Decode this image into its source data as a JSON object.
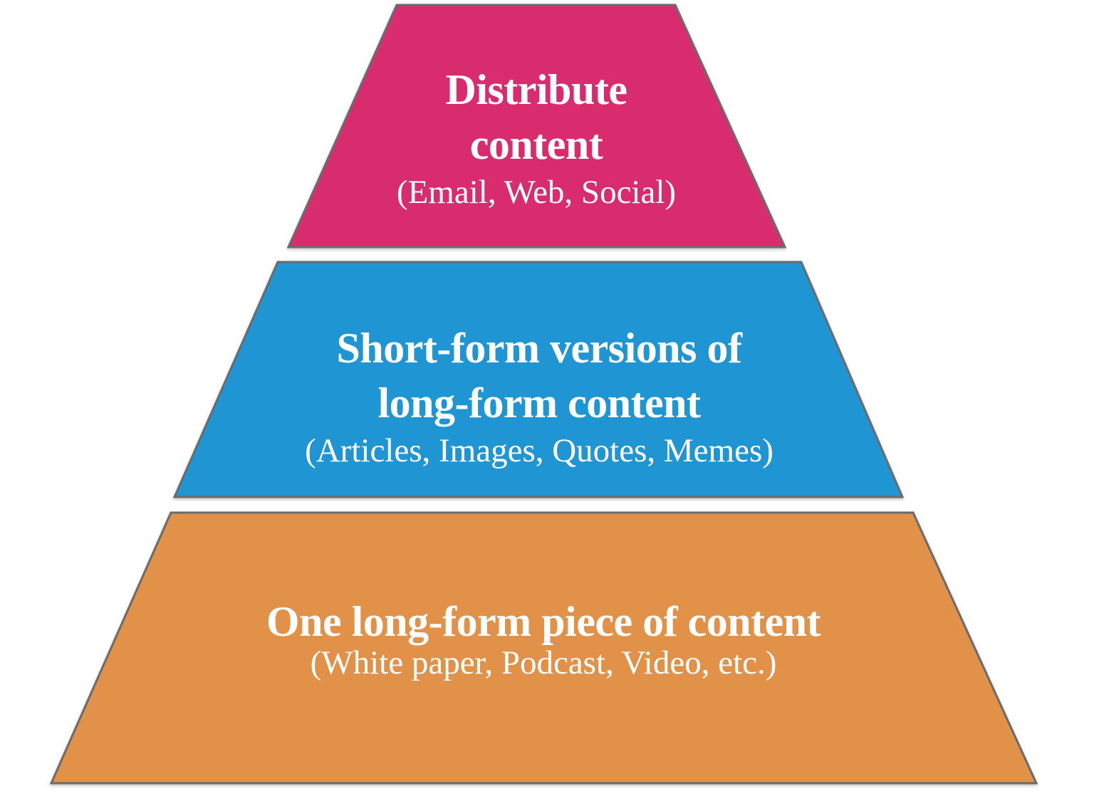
{
  "diagram": {
    "type": "pyramid",
    "tier_count": 3,
    "background_color": "#ffffff",
    "border_color": "#6b6b6b",
    "text_color": "#ffffff"
  },
  "tiers": [
    {
      "level": "top",
      "title": "Distribute\ncontent",
      "subtitle": "(Email, Web, Social)",
      "color": "#d82c6e"
    },
    {
      "level": "middle",
      "title": "Short-form versions of\nlong-form content",
      "subtitle": "(Articles, Images, Quotes, Memes)",
      "color": "#2095d3"
    },
    {
      "level": "bottom",
      "title": "One long-form piece of content",
      "subtitle": "(White paper, Podcast, Video, etc.)",
      "color": "#e19148"
    }
  ]
}
